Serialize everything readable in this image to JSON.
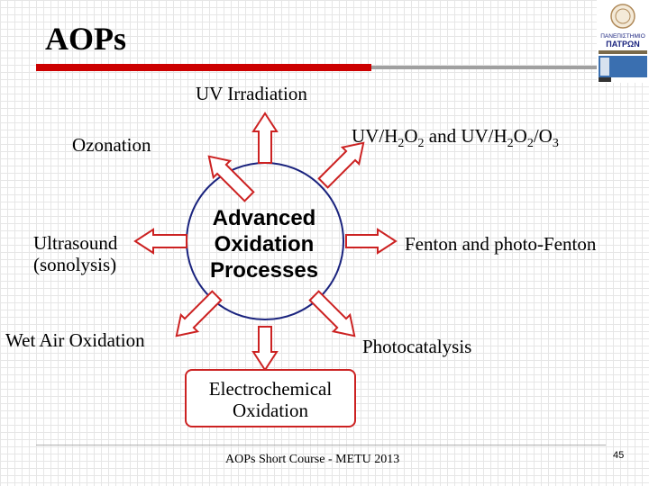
{
  "slide": {
    "title": "AOPs",
    "center": "Advanced\nOxidation\nProcesses",
    "processes": {
      "uv": "UV Irradiation",
      "ozonation": "Ozonation",
      "uv_h2o2_prefix": "UV/H",
      "uv_h2o2_full": "UV/H2O2 and UV/H2O2/O3",
      "ultrasound": "Ultrasound\n(sonolysis)",
      "fenton": "Fenton and photo-Fenton",
      "wet_air": "Wet Air Oxidation",
      "photocatalysis": "Photocatalysis",
      "electrochemical": "Electrochemical\nOxidation"
    },
    "footer": "AOPs Short Course - METU 2013",
    "page_number": "45"
  },
  "colors": {
    "accent_red": "#cc0000",
    "circle_blue": "#1a237e",
    "arrow_red": "#cc2222"
  },
  "logo": {
    "university_lines": [
      "ΠΑΝΕΠΙΣΤΗΜΙΟ",
      "ΠΑΤΡΩΝ"
    ]
  }
}
